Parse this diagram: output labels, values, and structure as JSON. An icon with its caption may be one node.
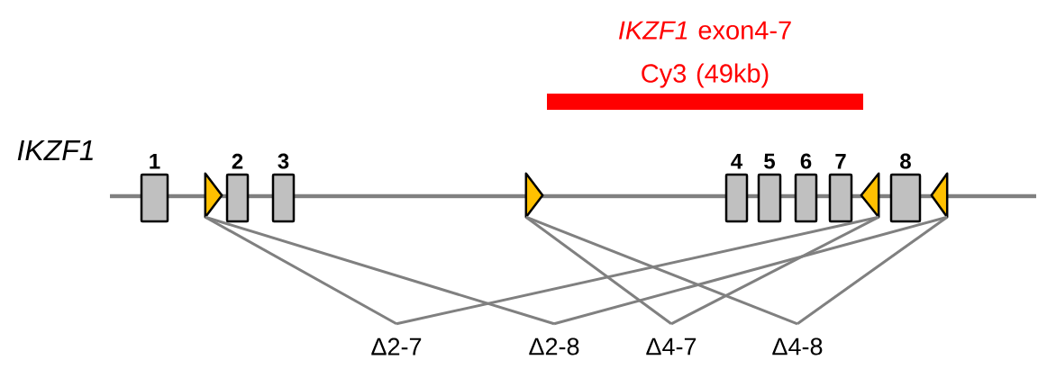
{
  "diagram": {
    "nodes": [
      {
        "text": [
          "*IKZF1* exon4-7 Cy3 (49kb)"
        ]
      },
      {
        "text": [
          "1"
        ]
      },
      {
        "text": [],
        "shape": "triangle"
      },
      {
        "text": [
          "2"
        ]
      },
      {
        "text": [
          "3"
        ]
      },
      {
        "text": [],
        "shape": "triangle"
      },
      {
        "text": [
          "4"
        ]
      },
      {
        "text": [
          "5"
        ]
      },
      {
        "text": [
          "6"
        ]
      },
      {
        "text": [
          "7"
        ]
      },
      {
        "text": [],
        "shape": "triangle"
      },
      {
        "text": [
          "8"
        ]
      },
      {
        "text": [],
        "shape": "triangle"
      },
      {
        "text": [
          "Δ2-7"
        ]
      },
      {
        "text": [
          "Δ2-8"
        ]
      },
      {
        "text": [
          "Δ4-7"
        ]
      },
      {
        "text": [
          "Δ4-8"
        ]
      }
    ],
    "edges": [
      {
        "from": 2,
        "to": 13,
        "arrow": "none"
      },
      {
        "from": 10,
        "to": 13,
        "arrow": "none"
      },
      {
        "from": 2,
        "to": 14,
        "arrow": "none"
      },
      {
        "from": 12,
        "to": 14,
        "arrow": "none"
      },
      {
        "from": 5,
        "to": 15,
        "arrow": "none"
      },
      {
        "from": 10,
        "to": 15,
        "arrow": "none"
      },
      {
        "from": 5,
        "to": 16,
        "arrow": "none"
      },
      {
        "from": 12,
        "to": 16,
        "arrow": "none"
      }
    ],
    "labels": [
      "IKZF1"
    ]
  }
}
